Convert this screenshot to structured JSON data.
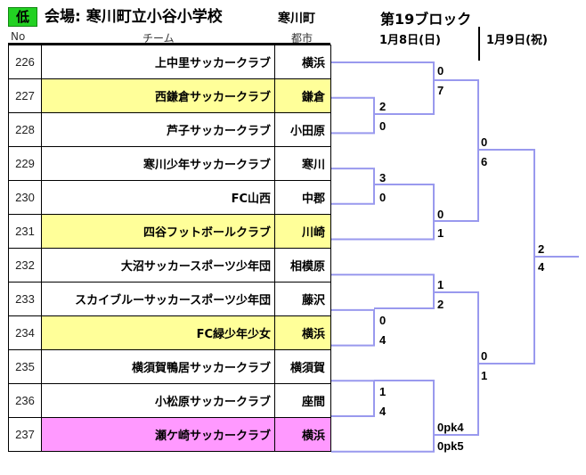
{
  "header": {
    "badge": "低",
    "venue": "会場: 寒川町立小谷小学校",
    "city": "寒川町",
    "block": "第19ブロック",
    "date1": "1月8日(日)",
    "date2": "1月9日(祝)",
    "col_no": "No",
    "col_team": "チーム",
    "col_city": "都市"
  },
  "teams": [
    {
      "no": "226",
      "name": "上中里サッカークラブ",
      "city": "横浜",
      "highlight": "none"
    },
    {
      "no": "227",
      "name": "西鎌倉サッカークラブ",
      "city": "鎌倉",
      "highlight": "yellow"
    },
    {
      "no": "228",
      "name": "芦子サッカークラブ",
      "city": "小田原",
      "highlight": "none"
    },
    {
      "no": "229",
      "name": "寒川少年サッカークラブ",
      "city": "寒川",
      "highlight": "none"
    },
    {
      "no": "230",
      "name": "FC山西",
      "city": "中郡",
      "highlight": "none"
    },
    {
      "no": "231",
      "name": "四谷フットボールクラブ",
      "city": "川崎",
      "highlight": "yellow"
    },
    {
      "no": "232",
      "name": "大沼サッカースポーツ少年団",
      "city": "相模原",
      "highlight": "none"
    },
    {
      "no": "233",
      "name": "スカイブルーサッカースポーツ少年団",
      "city": "藤沢",
      "highlight": "none"
    },
    {
      "no": "234",
      "name": "FC緑少年少女",
      "city": "横浜",
      "highlight": "yellow"
    },
    {
      "no": "235",
      "name": "横須賀鴨居サッカークラブ",
      "city": "横須賀",
      "highlight": "none"
    },
    {
      "no": "236",
      "name": "小松原サッカークラブ",
      "city": "座間",
      "highlight": "none"
    },
    {
      "no": "237",
      "name": "瀬ケ崎サッカークラブ",
      "city": "横浜",
      "highlight": "pink"
    }
  ],
  "scores": {
    "r1_227": "2",
    "r1_228": "0",
    "r1_229": "3",
    "r1_230": "0",
    "r1_233": "0",
    "r1_234": "4",
    "r1_235": "1",
    "r1_236": "4",
    "r2_226": "0",
    "r2_227w": "7",
    "r2_229w": "0",
    "r2_231": "1",
    "r2_232": "1",
    "r2_234w": "2",
    "r2_236w": "0pk4",
    "r2_237": "0pk5",
    "r3_top_a": "0",
    "r3_top_b": "6",
    "r3_bot_a": "0",
    "r3_bot_b": "1",
    "final_a": "2",
    "final_b": "4"
  },
  "colors": {
    "bracket_line": "#9999ee",
    "badge_green": "#22d122",
    "highlight_yellow": "#ffff99",
    "highlight_pink": "#ff99ff"
  }
}
